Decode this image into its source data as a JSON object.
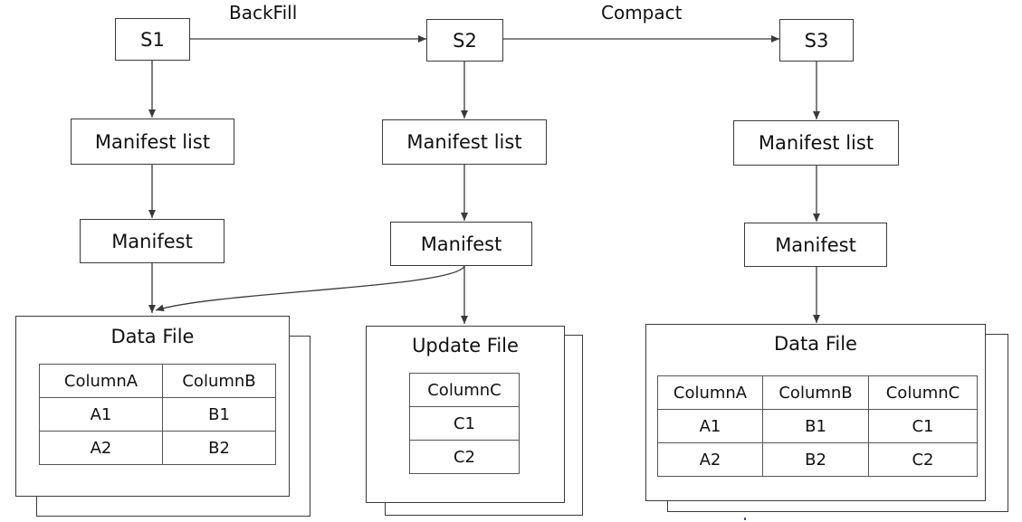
{
  "snapshots": [
    {
      "id": "s1",
      "label": "S1",
      "manifest_list": "Manifest list",
      "manifest": "Manifest"
    },
    {
      "id": "s2",
      "label": "S2",
      "manifest_list": "Manifest list",
      "manifest": "Manifest"
    },
    {
      "id": "s3",
      "label": "S3",
      "manifest_list": "Manifest list",
      "manifest": "Manifest"
    }
  ],
  "transitions": [
    {
      "from": "S1",
      "to": "S2",
      "label": "BackFill"
    },
    {
      "from": "S2",
      "to": "S3",
      "label": "Compact"
    }
  ],
  "files": [
    {
      "id": "file1",
      "title": "Data File",
      "columns": [
        "ColumnA",
        "ColumnB"
      ],
      "rows": [
        [
          "A1",
          "B1"
        ],
        [
          "A2",
          "B2"
        ]
      ]
    },
    {
      "id": "file2",
      "title": "Update File",
      "columns": [
        "ColumnC"
      ],
      "rows": [
        [
          "C1"
        ],
        [
          "C2"
        ]
      ]
    },
    {
      "id": "file3",
      "title": "Data File",
      "columns": [
        "ColumnA",
        "ColumnB",
        "ColumnC"
      ],
      "rows": [
        [
          "A1",
          "B1",
          "C1"
        ],
        [
          "A2",
          "B2",
          "C2"
        ]
      ]
    }
  ],
  "colors": {
    "line": "#3a3a3a",
    "border": "#3a3a3a",
    "background": "#ffffff"
  }
}
